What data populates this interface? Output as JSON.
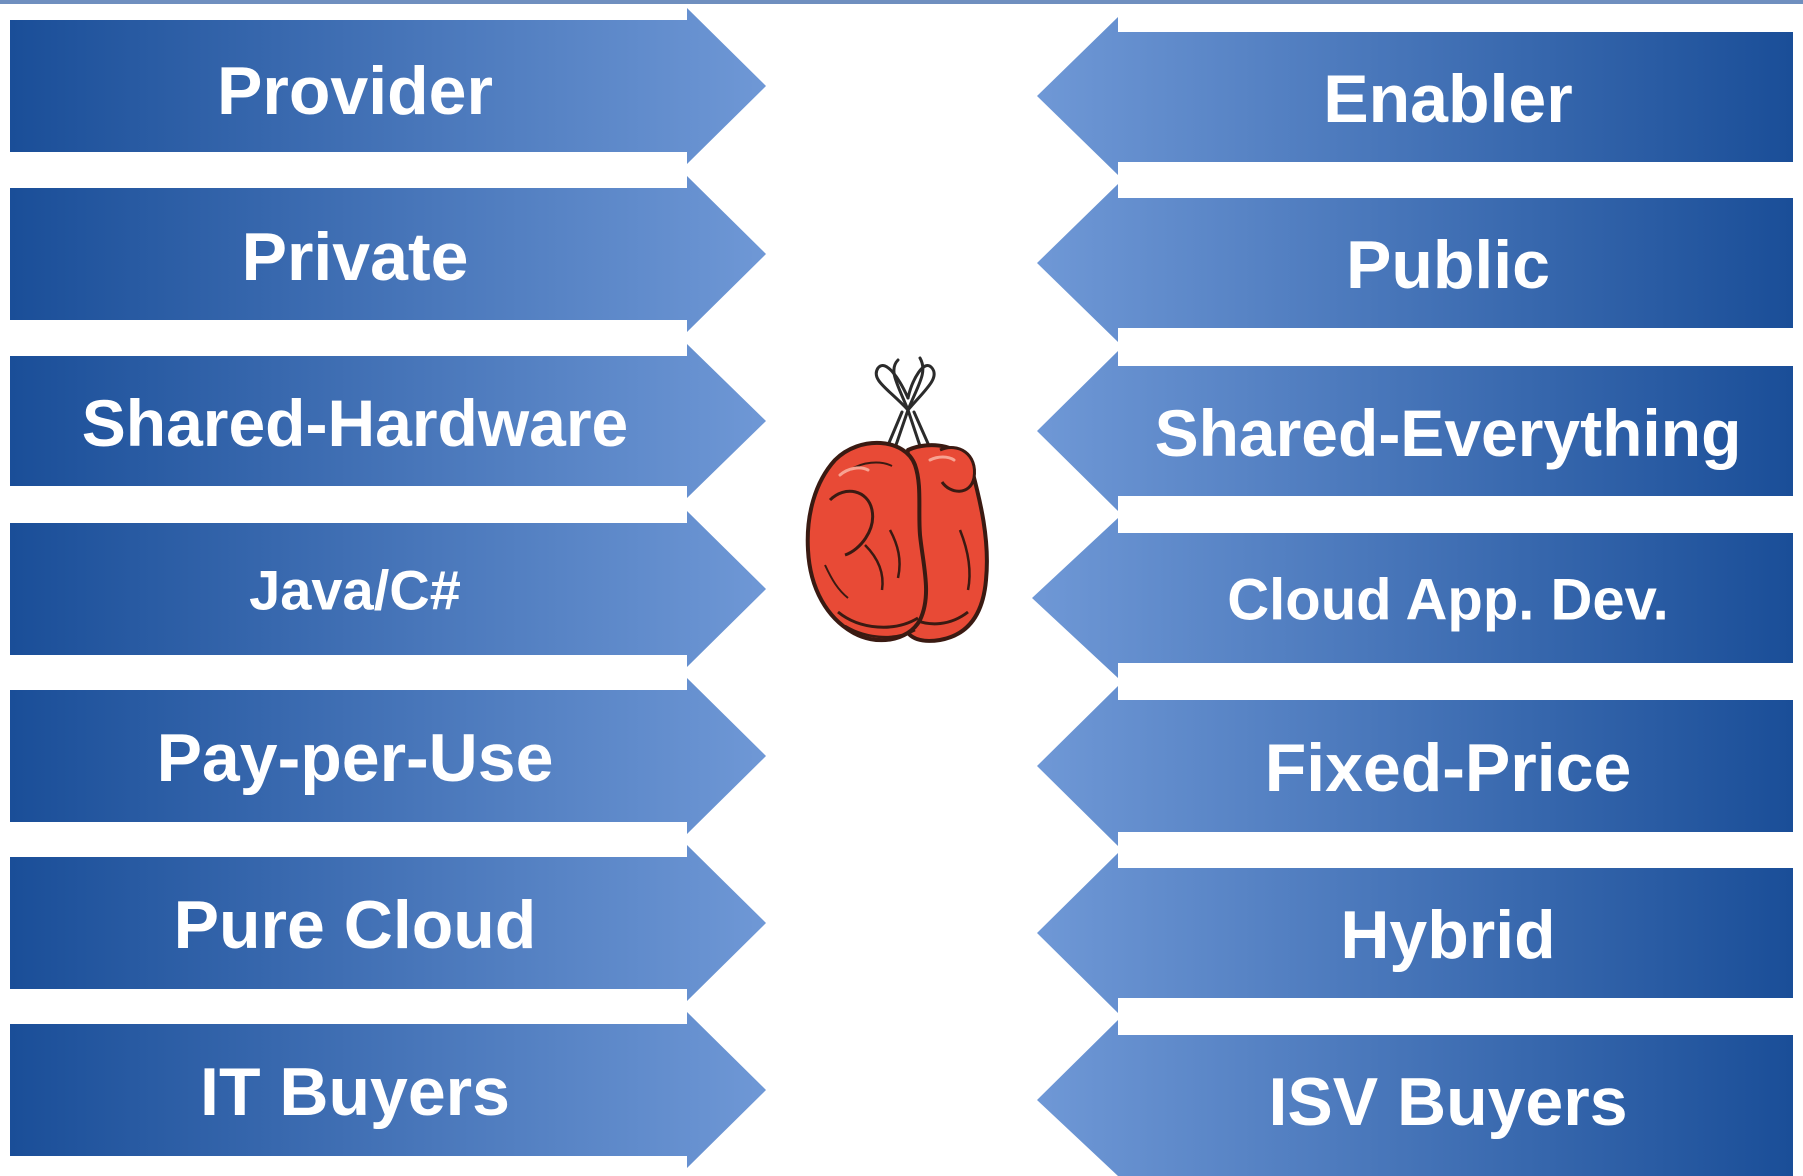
{
  "colors": {
    "arrow_dark": "#1a4e98",
    "arrow_light": "#6f98d6",
    "text": "#ffffff",
    "glove_red": "#e84a36",
    "glove_outline": "#3a1a12"
  },
  "left_arrows": [
    {
      "label": "Provider"
    },
    {
      "label": "Private"
    },
    {
      "label": "Shared-Hardware"
    },
    {
      "label": "Java/C#"
    },
    {
      "label": "Pay-per-Use"
    },
    {
      "label": "Pure Cloud"
    },
    {
      "label": "IT Buyers"
    }
  ],
  "right_arrows": [
    {
      "label": "Enabler"
    },
    {
      "label": "Public"
    },
    {
      "label": "Shared-Everything"
    },
    {
      "label": "Cloud App. Dev."
    },
    {
      "label": "Fixed-Price"
    },
    {
      "label": "Hybrid"
    },
    {
      "label": "ISV Buyers"
    }
  ],
  "center_icon": "boxing-gloves-icon"
}
